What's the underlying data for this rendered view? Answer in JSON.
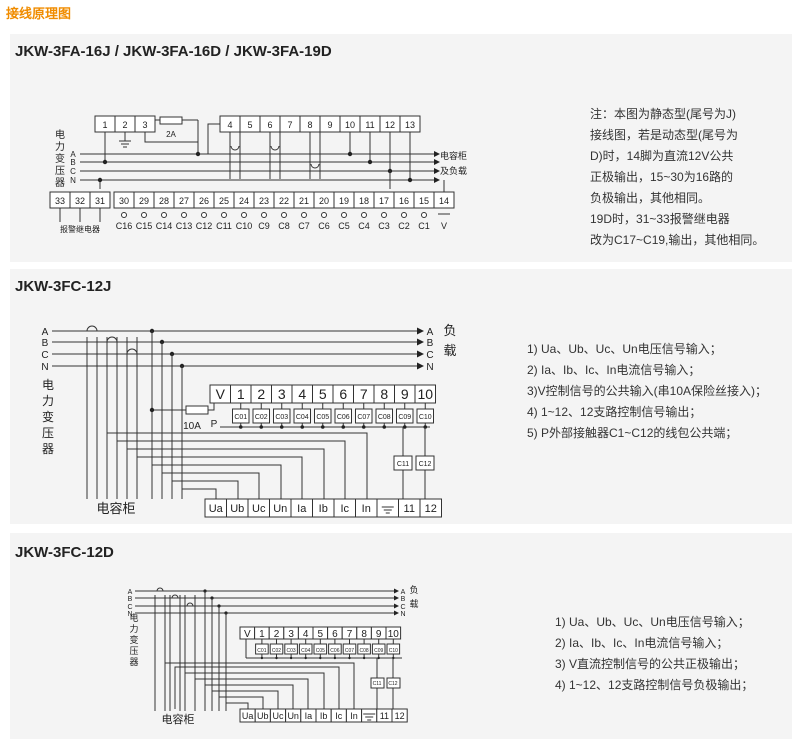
{
  "page_title": "接线原理图",
  "sections": [
    {
      "title": "JKW-3FA-16J / JKW-3FA-16D / JKW-3FA-19D",
      "top_terms": [
        "1",
        "2",
        "3",
        "4",
        "5",
        "6",
        "7",
        "8",
        "9",
        "10",
        "11",
        "12",
        "13"
      ],
      "fuse": "2A",
      "source_label": "电力变压器",
      "phases": [
        "A",
        "B",
        "C",
        "N"
      ],
      "load_label_1": "电容柜",
      "load_label_2": "及负载",
      "relay_terms": [
        "33",
        "32",
        "31"
      ],
      "relay_label": "报警继电器",
      "bottom_terms": [
        "30",
        "29",
        "28",
        "27",
        "26",
        "25",
        "24",
        "23",
        "22",
        "21",
        "20",
        "19",
        "18",
        "17",
        "16",
        "15",
        "14"
      ],
      "caps": [
        "C16",
        "C15",
        "C14",
        "C13",
        "C12",
        "C11",
        "C10",
        "C9",
        "C8",
        "C7",
        "C6",
        "C5",
        "C4",
        "C3",
        "C2",
        "C1",
        "V"
      ],
      "notes": [
        "注：本图为静态型(尾号为J)",
        "接线图，若是动态型(尾号为",
        "D)时，14脚为直流12V公共",
        "正极输出，15~30为16路的",
        "负极输出，其他相同。",
        "19D时，31~33报警继电器",
        "改为C17~C19,输出，其他相同。"
      ]
    },
    {
      "title": "JKW-3FC-12J",
      "phases": [
        "A",
        "B",
        "C",
        "N"
      ],
      "load_label": "负载",
      "source_label": "电力变压器",
      "ctrl_terms": [
        "V",
        "1",
        "2",
        "3",
        "4",
        "5",
        "6",
        "7",
        "8",
        "9",
        "10"
      ],
      "fuse": "10A",
      "p_label": "P",
      "coils": [
        "C01",
        "C02",
        "C03",
        "C04",
        "C05",
        "C06",
        "C07",
        "C08",
        "C09",
        "C10"
      ],
      "coils_extra": [
        "C11",
        "C12"
      ],
      "cabinet_label": "电容柜",
      "meas_terms": [
        "Ua",
        "Ub",
        "Uc",
        "Un",
        "Ia",
        "Ib",
        "Ic",
        "In",
        "",
        "11",
        "12"
      ],
      "notes": [
        "1) Ua、Ub、Uc、Un电压信号输入；",
        "2) Ia、Ib、Ic、In电流信号输入；",
        "3)V控制信号的公共输入(串10A保险丝接入)；",
        "4) 1~12、12支路控制信号输出；",
        "5) P外部接触器C1~C12的线包公共端；"
      ]
    },
    {
      "title": "JKW-3FC-12D",
      "phases": [
        "A",
        "B",
        "C",
        "N"
      ],
      "load_label": "负载",
      "source_label": "电力变压器",
      "ctrl_terms": [
        "V",
        "1",
        "2",
        "3",
        "4",
        "5",
        "6",
        "7",
        "8",
        "9",
        "10"
      ],
      "coils": [
        "C01",
        "C02",
        "C03",
        "C04",
        "C05",
        "C06",
        "C07",
        "C08",
        "C09",
        "C10"
      ],
      "coils_extra": [
        "C11",
        "C12"
      ],
      "cabinet_label": "电容柜",
      "meas_terms": [
        "Ua",
        "Ub",
        "Uc",
        "Un",
        "Ia",
        "Ib",
        "Ic",
        "In",
        "",
        "11",
        "12"
      ],
      "notes": [
        "1) Ua、Ub、Uc、Un电压信号输入；",
        "2) Ia、Ib、Ic、In电流信号输入；",
        "3) V直流控制信号的公共正极输出；",
        "4) 1~12、12支路控制信号负极输出；"
      ]
    }
  ]
}
